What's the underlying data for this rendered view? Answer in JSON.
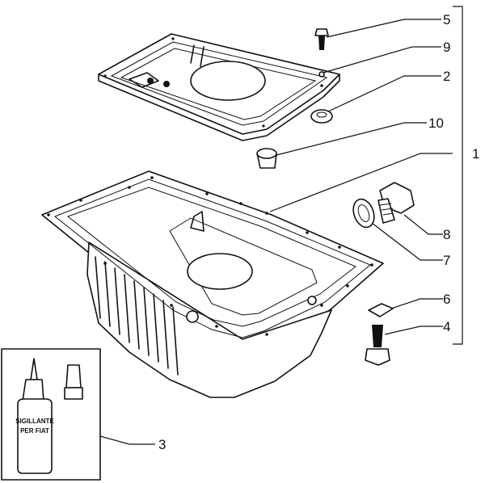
{
  "callouts": [
    {
      "id": "c5",
      "label": "5"
    },
    {
      "id": "c9",
      "label": "9"
    },
    {
      "id": "c2",
      "label": "2"
    },
    {
      "id": "c10",
      "label": "10"
    },
    {
      "id": "c1",
      "label": "1"
    },
    {
      "id": "c8",
      "label": "8"
    },
    {
      "id": "c7",
      "label": "7"
    },
    {
      "id": "c6",
      "label": "6"
    },
    {
      "id": "c4",
      "label": "4"
    },
    {
      "id": "c3",
      "label": "3"
    }
  ],
  "bottle_label": {
    "line1": "SIGILLANTE",
    "line2": "PER FIAT"
  }
}
